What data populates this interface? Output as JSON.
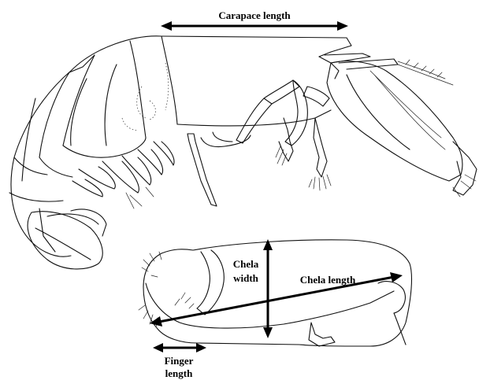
{
  "labels": {
    "carapace_length": "Carapace length",
    "chela_width_line1": "Chela",
    "chela_width_line2": "width",
    "chela_length": "Chela length",
    "finger_length_line1": "Finger",
    "finger_length_line2": "length"
  }
}
